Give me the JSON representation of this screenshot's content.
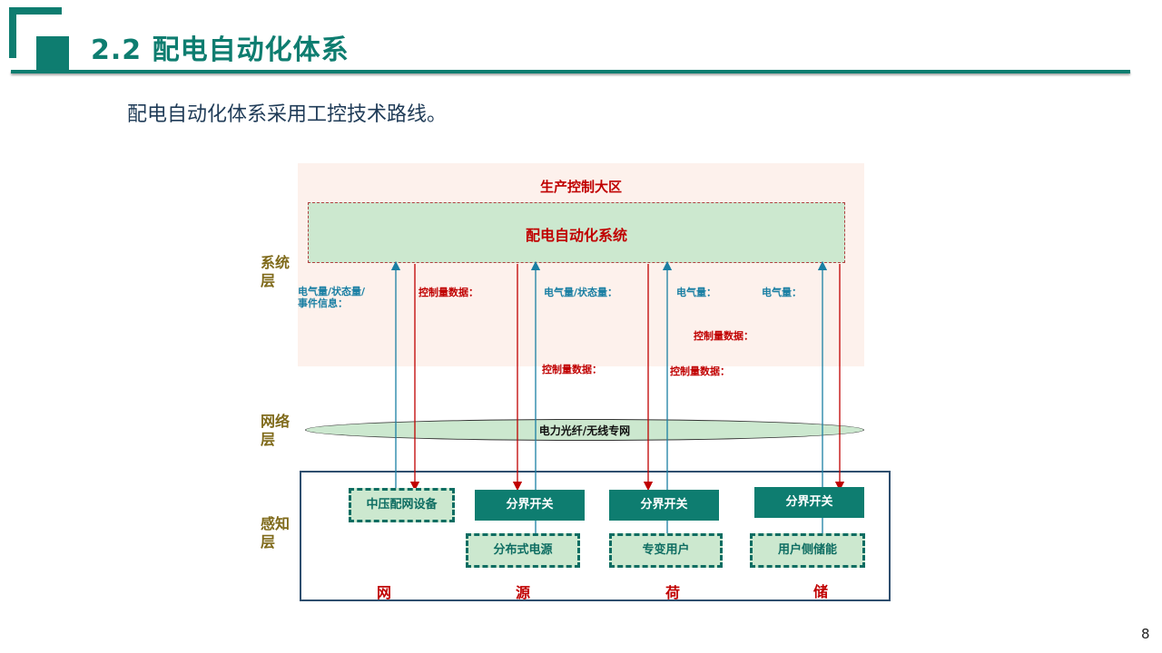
{
  "header": {
    "title": "2.2 配电自动化体系",
    "subtitle": "配电自动化体系采用工控技术路线。",
    "page_number": "8"
  },
  "colors": {
    "brand": "#0e7d70",
    "red": "#c00000",
    "teal": "#1a7fa3",
    "green_fill": "#cce8cf",
    "zone_fill": "#fdf1ec"
  },
  "layers": {
    "system": "系统层",
    "network": "网络层",
    "sensing": "感知层"
  },
  "diagram": {
    "zone_label": "生产控制大区",
    "system_label": "配电自动化系统",
    "network_label": "电力光纤/无线专网",
    "flow_labels": {
      "up1": "电气量/状态量/事件信息：",
      "down1": "控制量数据：",
      "up2": "电气量/状态量：",
      "down2": "控制量数据：",
      "up3": "电气量：",
      "down3": "控制量数据：",
      "up4": "电气量：",
      "down4": "控制量数据："
    },
    "devices": {
      "mv_equipment": "中压配网设备",
      "switch1": "分界开关",
      "switch2": "分界开关",
      "switch3": "分界开关",
      "distributed_power": "分布式电源",
      "dedicated_user": "专变用户",
      "user_storage": "用户侧储能"
    },
    "categories": {
      "grid": "网",
      "source": "源",
      "load": "荷",
      "storage": "储"
    }
  }
}
